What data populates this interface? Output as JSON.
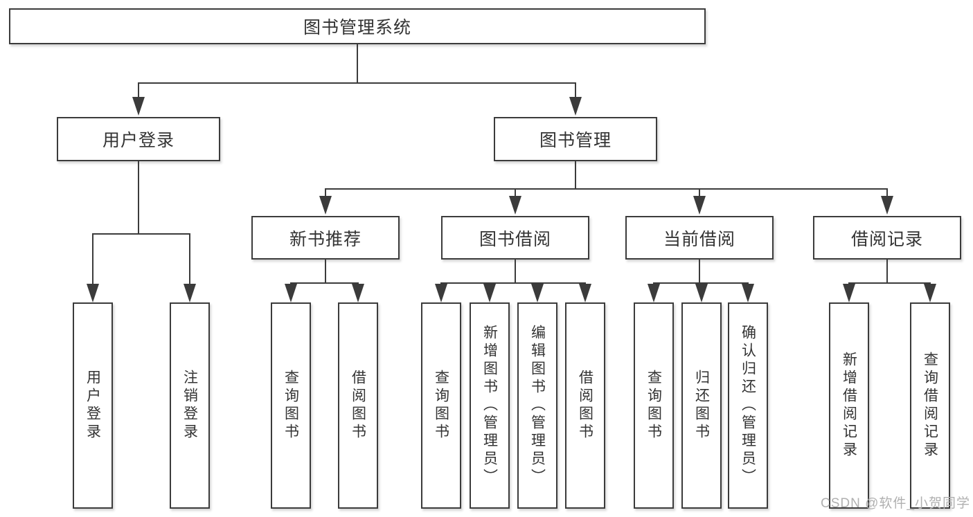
{
  "tree": {
    "label": "图书管理系统",
    "children": [
      {
        "label": "用户登录",
        "children": [
          {
            "label": "用户登录"
          },
          {
            "label": "注销登录"
          }
        ]
      },
      {
        "label": "图书管理",
        "children": [
          {
            "label": "新书推荐",
            "children": [
              {
                "label": "查询图书"
              },
              {
                "label": "借阅图书"
              }
            ]
          },
          {
            "label": "图书借阅",
            "children": [
              {
                "label": "查询图书"
              },
              {
                "label": "新增图书（管理员）"
              },
              {
                "label": "编辑图书（管理员）"
              },
              {
                "label": "借阅图书"
              }
            ]
          },
          {
            "label": "当前借阅",
            "children": [
              {
                "label": "查询图书"
              },
              {
                "label": "归还图书"
              },
              {
                "label": "确认归还（管理员）"
              }
            ]
          },
          {
            "label": "借阅记录",
            "children": [
              {
                "label": "新增借阅记录"
              },
              {
                "label": "查询借阅记录"
              }
            ]
          }
        ]
      }
    ]
  },
  "watermark": "CSDN @软件_小贺同学",
  "colors": {
    "line": "#3b3b3b",
    "text": "#333333",
    "watermark": "#b0b0b0",
    "background": "#ffffff"
  }
}
